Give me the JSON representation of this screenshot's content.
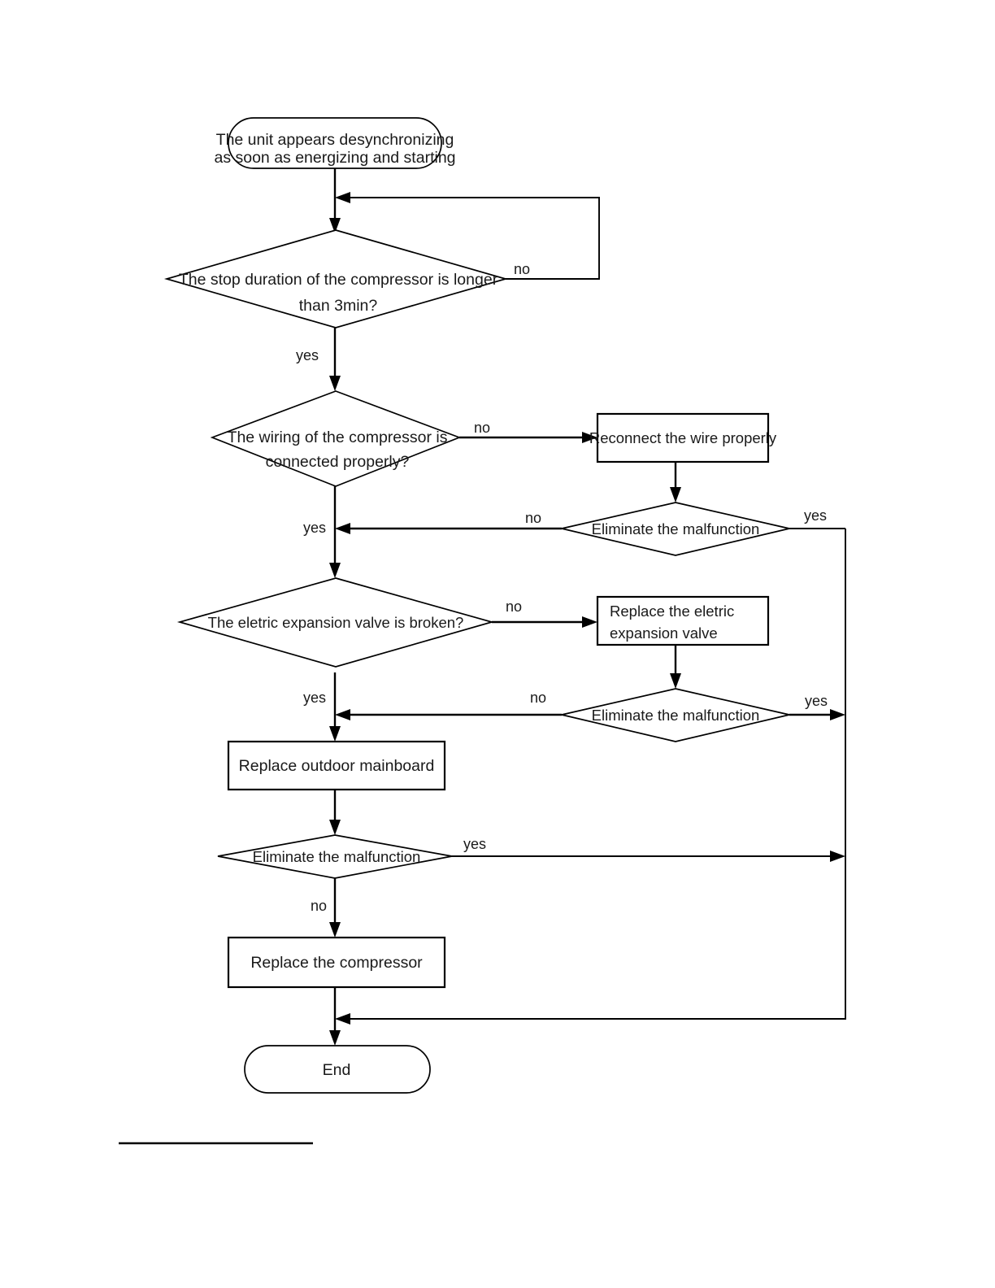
{
  "diagram": {
    "title": "Compressor desynchronizing troubleshooting flowchart",
    "nodes": {
      "start": {
        "type": "terminator",
        "line1": "The unit appears desynchronizing",
        "line2": "as soon as energizing and starting"
      },
      "d_stop_duration": {
        "type": "decision",
        "line1": "The stop duration of the compressor is longer",
        "line2": "than 3min?"
      },
      "d_wiring": {
        "type": "decision",
        "line1": "The wiring of the compressor is",
        "line2": "connected properly?"
      },
      "p_reconnect": {
        "type": "process",
        "line1": "Reconnect the wire properly"
      },
      "d_elim_1": {
        "type": "decision",
        "line1": "Eliminate the malfunction"
      },
      "d_valve": {
        "type": "decision",
        "line1": "The eletric expansion valve is broken?"
      },
      "p_replace_valve": {
        "type": "process",
        "line1": "Replace the eletric",
        "line2": "expansion valve"
      },
      "d_elim_2": {
        "type": "decision",
        "line1": "Eliminate the malfunction"
      },
      "p_mainboard": {
        "type": "process",
        "line1": "Replace outdoor mainboard"
      },
      "d_elim_3": {
        "type": "decision",
        "line1": "Eliminate the malfunction"
      },
      "p_compressor": {
        "type": "process",
        "line1": "Replace the compressor"
      },
      "end": {
        "type": "terminator",
        "line1": "End"
      }
    },
    "edge_labels": {
      "stop_duration_no": "no",
      "stop_duration_yes": "yes",
      "wiring_no": "no",
      "wiring_yes": "yes",
      "elim1_no": "no",
      "elim1_yes": "yes",
      "valve_no": "no",
      "valve_yes": "yes",
      "elim2_no": "no",
      "elim2_yes": "yes",
      "elim3_no": "no",
      "elim3_yes": "yes"
    },
    "colors": {
      "stroke": "#000000",
      "fill": "#ffffff",
      "text": "#1a1a1a",
      "page": "#ffffff"
    }
  }
}
